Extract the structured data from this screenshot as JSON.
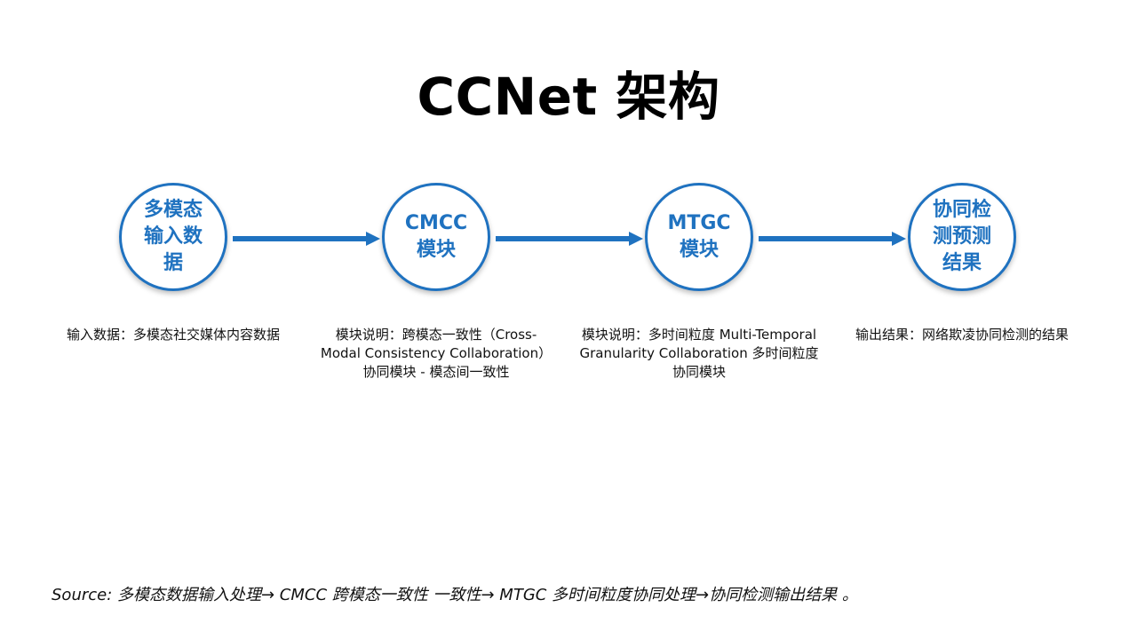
{
  "title": "CCNet 架构",
  "nodes": [
    {
      "label": "多模态输入数据"
    },
    {
      "label": "CMCC 模块"
    },
    {
      "label": "MTGC 模块"
    },
    {
      "label": "协同检测预测结果"
    }
  ],
  "descriptions": [
    "输入数据：多模态社交媒体内容数据",
    "模块说明：跨模态一致性（Cross-Modal Consistency Collaboration）协同模块 - 模态间一致性",
    "模块说明：多时间粒度 Multi-Temporal Granularity Collaboration 多时间粒度协同模块",
    "输出结果：网络欺凌协同检测的结果"
  ],
  "source": "Source:  多模态数据输入处理→ CMCC 跨模态一致性 一致性→ MTGC 多时间粒度协同处理→协同检测输出结果 。",
  "colors": {
    "accent": "#1f72c0"
  }
}
